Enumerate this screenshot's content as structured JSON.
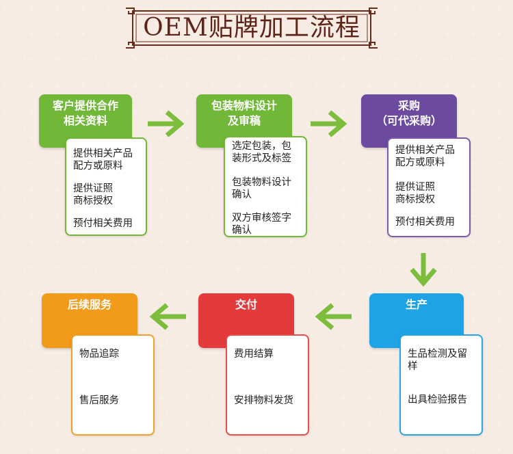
{
  "title": "OEM贴牌加工流程",
  "colors": {
    "green": "#72b838",
    "purple": "#6b4aa0",
    "blue": "#1ea4e6",
    "red": "#e33b3b",
    "orange": "#f29a1a",
    "arrow": "#7cbd3c",
    "title": "#5e2418"
  },
  "steps": [
    {
      "id": "step1",
      "heading": [
        "客户提供合作",
        "相关资料"
      ],
      "items": [
        "提供相关产品\n配方或原料",
        "提供证照\n商标授权",
        "预付相关费用"
      ]
    },
    {
      "id": "step2",
      "heading": [
        "包装物料设计",
        "及审稿"
      ],
      "items": [
        "选定包装，包\n装形式及标签",
        "包装物料设计\n确认",
        "双方审核签字\n确认"
      ]
    },
    {
      "id": "step3",
      "heading": [
        "采购",
        "（可代采购）"
      ],
      "items": [
        "提供相关产品\n配方或原料",
        "提供证照\n商标授权",
        "预付相关费用"
      ]
    },
    {
      "id": "step4",
      "heading": [
        "生产"
      ],
      "items": [
        "生品检测及留\n样",
        "出具检验报告"
      ]
    },
    {
      "id": "step5",
      "heading": [
        "交付"
      ],
      "items": [
        "费用结算",
        "安排物料发货"
      ]
    },
    {
      "id": "step6",
      "heading": [
        "后续服务"
      ],
      "items": [
        "物品追踪",
        "售后服务"
      ]
    }
  ],
  "arrows": [
    "right",
    "right",
    "down",
    "left",
    "left"
  ]
}
